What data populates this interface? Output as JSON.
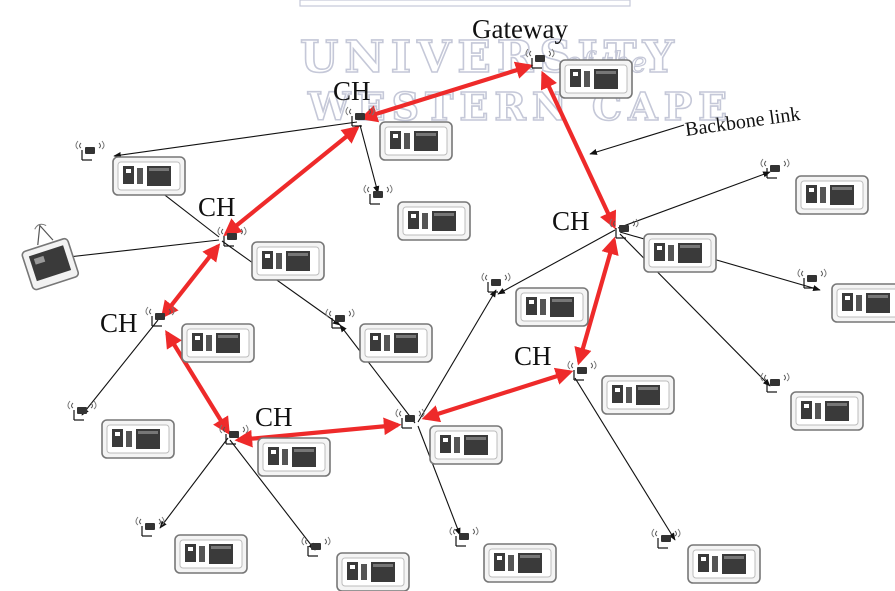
{
  "watermark": {
    "line1": "UNIVERSITY",
    "of_the": "of the",
    "line2": "WESTERN CAPE"
  },
  "labels": {
    "gateway": "Gateway",
    "backbone_link": "Backbone link",
    "cluster_head": "CH"
  }
}
